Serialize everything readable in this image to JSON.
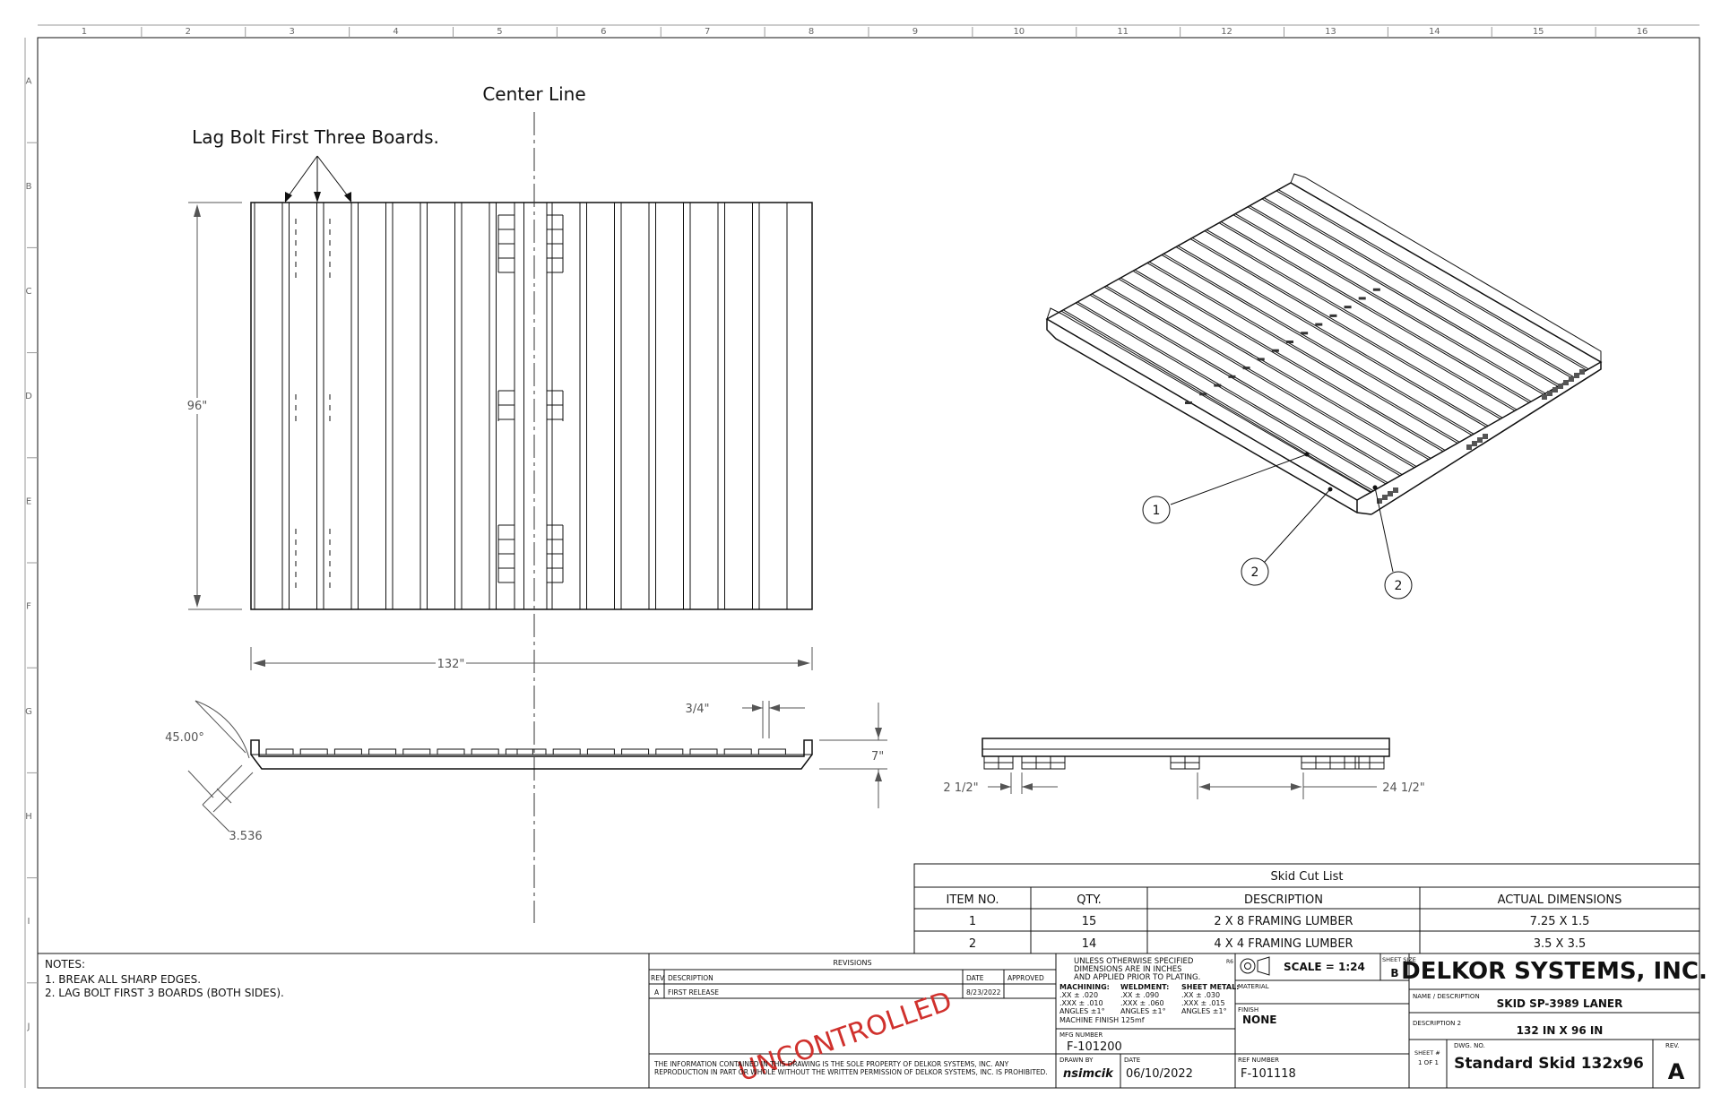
{
  "border": {
    "columns": [
      "1",
      "2",
      "3",
      "4",
      "5",
      "6",
      "7",
      "8",
      "9",
      "10",
      "11",
      "12",
      "13",
      "14",
      "15",
      "16"
    ],
    "rows": [
      "A",
      "B",
      "C",
      "D",
      "E",
      "F",
      "G",
      "H",
      "I",
      "J"
    ]
  },
  "annotations": {
    "center_line": "Center Line",
    "lag_bolt": "Lag Bolt First Three Boards."
  },
  "dimensions": {
    "height": "96\"",
    "width": "132\"",
    "gap": "3/4\"",
    "angle": "45.00°",
    "chamfer": "3.536",
    "side_height": "7\"",
    "block_width": "2 1/2\"",
    "block_spacing": "24 1/2\""
  },
  "balloons": [
    "1",
    "2",
    "2"
  ],
  "cut_list": {
    "title": "Skid Cut List",
    "headers": [
      "ITEM NO.",
      "QTY.",
      "DESCRIPTION",
      "ACTUAL DIMENSIONS"
    ],
    "rows": [
      [
        "1",
        "15",
        "2 X 8 FRAMING LUMBER",
        "7.25 X 1.5"
      ],
      [
        "2",
        "14",
        "4 X 4 FRAMING LUMBER",
        "3.5 X 3.5"
      ]
    ]
  },
  "notes": {
    "title": "NOTES:",
    "items": [
      "1. BREAK ALL SHARP EDGES.",
      "2. LAG BOLT FIRST 3 BOARDS (BOTH SIDES)."
    ]
  },
  "revisions": {
    "title": "REVISIONS",
    "headers": [
      "REV.",
      "DESCRIPTION",
      "DATE",
      "APPROVED"
    ],
    "row": [
      "A",
      "FIRST RELEASE",
      "8/23/2022",
      ""
    ],
    "stamp": "UNCONTROLLED",
    "disclaimer_1": "THE INFORMATION CONTAINED IN THIS DRAWING IS THE SOLE PROPERTY OF DELKOR SYSTEMS, INC. ANY",
    "disclaimer_2": "REPRODUCTION IN PART OR WHOLE WITHOUT THE WRITTEN PERMISSION OF DELKOR SYSTEMS, INC. IS PROHIBITED."
  },
  "tolerances": {
    "header_1": "UNLESS OTHERWISE SPECIFIED",
    "header_2": "DIMENSIONS ARE IN INCHES",
    "header_3": "AND APPLIED PRIOR TO PLATING.",
    "r6": "R6",
    "machining_title": "MACHINING:",
    "machining": [
      ".XX ± .020",
      ".XXX ± .010",
      "ANGLES ±1°"
    ],
    "weldment_title": "WELDMENT:",
    "weldment": [
      ".XX ± .090",
      ".XXX ± .060",
      "ANGLES ±1°"
    ],
    "sheetmetal_title": "SHEET METAL:",
    "sheetmetal": [
      ".XX ± .030",
      ".XXX ± .015",
      "ANGLES ±1°"
    ],
    "finish_note": "MACHINE FINISH 125mf"
  },
  "title_block": {
    "scale": "SCALE = 1:24",
    "sheet_size_label": "SHEET SIZE",
    "sheet_size": "B",
    "company": "DELKOR SYSTEMS, INC.",
    "material_label": "MATERIAL",
    "material": "",
    "finish_label": "FINISH",
    "finish": "NONE",
    "name_label": "NAME / DESCRIPTION",
    "name": "SKID SP-3989 LANER",
    "desc2_label": "DESCRIPTION 2",
    "desc2": "132 IN X 96 IN",
    "mfg_label": "MFG NUMBER",
    "mfg": "F-101200",
    "drawn_label": "DRAWN BY",
    "drawn": "nsimcik",
    "date_label": "DATE",
    "date": "06/10/2022",
    "ref_label": "REF NUMBER",
    "ref": "F-101118",
    "sheet_label": "SHEET #",
    "sheet": "1 OF 1",
    "dwg_label": "DWG. NO.",
    "dwg": "Standard Skid 132x96",
    "rev_label": "REV.",
    "rev": "A"
  }
}
